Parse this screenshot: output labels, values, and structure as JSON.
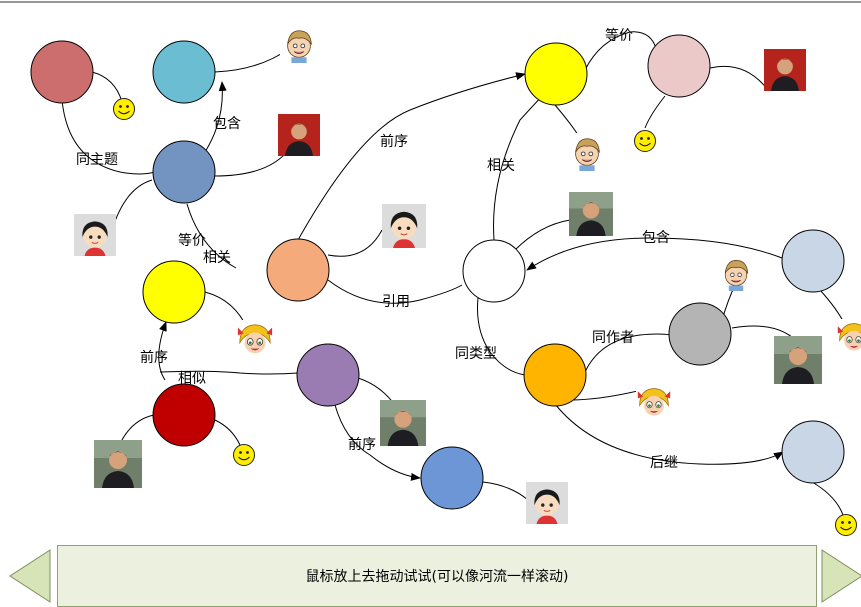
{
  "diagram": {
    "edge_labels": {
      "same_topic": "同主题",
      "contains_1": "包含",
      "equivalent_1": "等价",
      "related_1": "相关",
      "predecessor_1": "前序",
      "equivalent_2": "等价",
      "related_2": "相关",
      "cites": "引用",
      "contains_2": "包含",
      "coauthor": "同作者",
      "same_type": "同类型",
      "predecessor_2": "前序",
      "similar": "相似",
      "predecessor_3": "前序",
      "successor": "后继"
    },
    "node_colors": {
      "n1": "#cd6e6e",
      "n2": "#6bbdd2",
      "n3": "#7393c1",
      "n4": "#ffff00",
      "n5": "#f5aa7c",
      "n6": "#ffff00",
      "n7": "#ecc9c9",
      "n8": "#ffffff",
      "n9": "#c9d6e6",
      "n10": "#ffb400",
      "n11": "#b4b4b4",
      "n12": "#c00000",
      "n13": "#9a7cb3",
      "n14": "#6d96d6",
      "n15": "#c9d6e6"
    },
    "icons": {
      "cartoon_boy_hair": "cartoon-boy-icon",
      "cartoon_girl": "cartoon-girl-icon",
      "cartoon_princess": "cartoon-princess-icon",
      "smiley": "smiley-icon",
      "person_photo": "person-photo-icon"
    }
  },
  "footer": {
    "instruction": "鼠标放上去拖动试试(可以像河流一样滚动)",
    "left_arrow_icon": "left-arrow-icon",
    "right_arrow_icon": "right-arrow-icon",
    "arrow_fill": "#d7e4b8",
    "arrow_stroke": "#7d8b5f"
  }
}
